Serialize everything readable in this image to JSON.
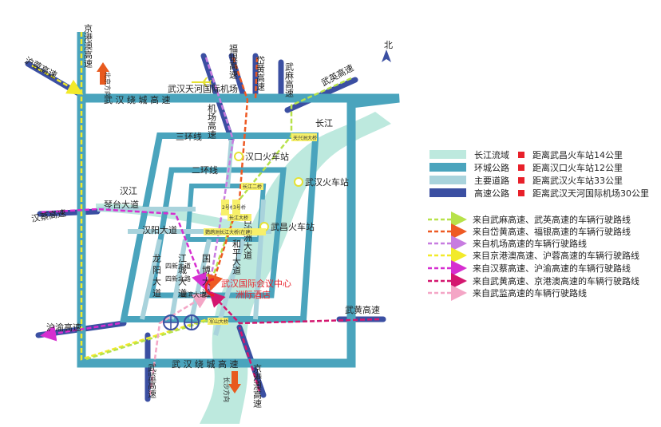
{
  "colors": {
    "river": "#bde9de",
    "ring": "#4aa4bd",
    "main_road": "#a9d3dc",
    "expressway": "#3b4fa2",
    "marker_red": "#e8202a",
    "highlight": "#f7f06a",
    "arrow_orange": "#e85a1e"
  },
  "compass_label": "北",
  "expressway_labels": {
    "jinggangao_north": "京港澳高速",
    "furong": "沪蓉高速",
    "fuyin": "福银高速",
    "daihuang": "岱黄高速",
    "wuma": "武麻高速",
    "wuying": "武英高速",
    "hancai": "汉蔡高速",
    "huyu": "沪渝高速",
    "wuhuang": "武黄高速",
    "wujian": "武监高速",
    "jinggangao_south": "京港澳高速"
  },
  "arrow_labels": {
    "north": "北京方向",
    "south": "长沙方向"
  },
  "ring_labels": {
    "outer_top": "武 汉 绕 城 高 速",
    "outer_bottom": "武 汉 绕 城 高 速",
    "third": "三环线",
    "second": "二环线"
  },
  "road_labels": {
    "airport_expressway": "机场高速",
    "qintai": "琴台大道",
    "hanyang": "汉阳大道",
    "hanjiang": "汉江",
    "changjiang": "长江",
    "baishazhou": "白沙洲大道",
    "heping": "和平大道",
    "longyang": "龙 阳 大 道",
    "jiangcheng": "江 城 大 道",
    "guobo": "国 博 大 道",
    "hubin": "湖滨大道",
    "xinjie": "四新大道",
    "sixin": "四新北路"
  },
  "station_labels": {
    "airport": "武汉天河国际机场",
    "hankou": "汉口火车站",
    "wuhan": "武汉火车站",
    "wuchang": "武昌火车站"
  },
  "bridge_labels": {
    "tianxingzhou": "天兴洲大桥",
    "erqi": "长江二桥",
    "changjiang_1": "长江大桥",
    "yingwuzhou": "鹦鹉洲长江大桥(在建)",
    "junshan": "军山大桥",
    "ring_north": "2号桥",
    "ring_south": "3号桥"
  },
  "hotel": {
    "line1": "武汉国际会议中心",
    "line2": "洲际酒店"
  },
  "legend": {
    "items": [
      {
        "label": "长江流域",
        "key": "river"
      },
      {
        "label": "环城公路",
        "key": "ring"
      },
      {
        "label": "主要道路",
        "key": "main_road"
      },
      {
        "label": "高速公路",
        "key": "expressway"
      }
    ],
    "distances": [
      "距离武昌火车站14公里",
      "距离汉口火车站12公里",
      "距离武汉火车站33公里",
      "距离武汉天河国际机场30公里"
    ],
    "routes": [
      {
        "label": "来自武麻高速、武英高速的车辆行驶路线",
        "color": "#b7e24a"
      },
      {
        "label": "来自岱黄高速、福银高速的车辆行驶路线",
        "color": "#ee5a24"
      },
      {
        "label": "来自机场高速的车辆行驶路线",
        "color": "#c77ce0"
      },
      {
        "label": "来目京港澳高速、沪蓉高速的车辆行驶路线",
        "color": "#f2ea2a"
      },
      {
        "label": "来自汉蔡高速、沪渝高速的车辆行驶路线",
        "color": "#d62ed0"
      },
      {
        "label": "来自武黄高速、京港澳高速的车辆行驶路线",
        "color": "#d4176f"
      },
      {
        "label": "来自武监高速的车辆行驶路线",
        "color": "#f4a6c6"
      }
    ]
  }
}
